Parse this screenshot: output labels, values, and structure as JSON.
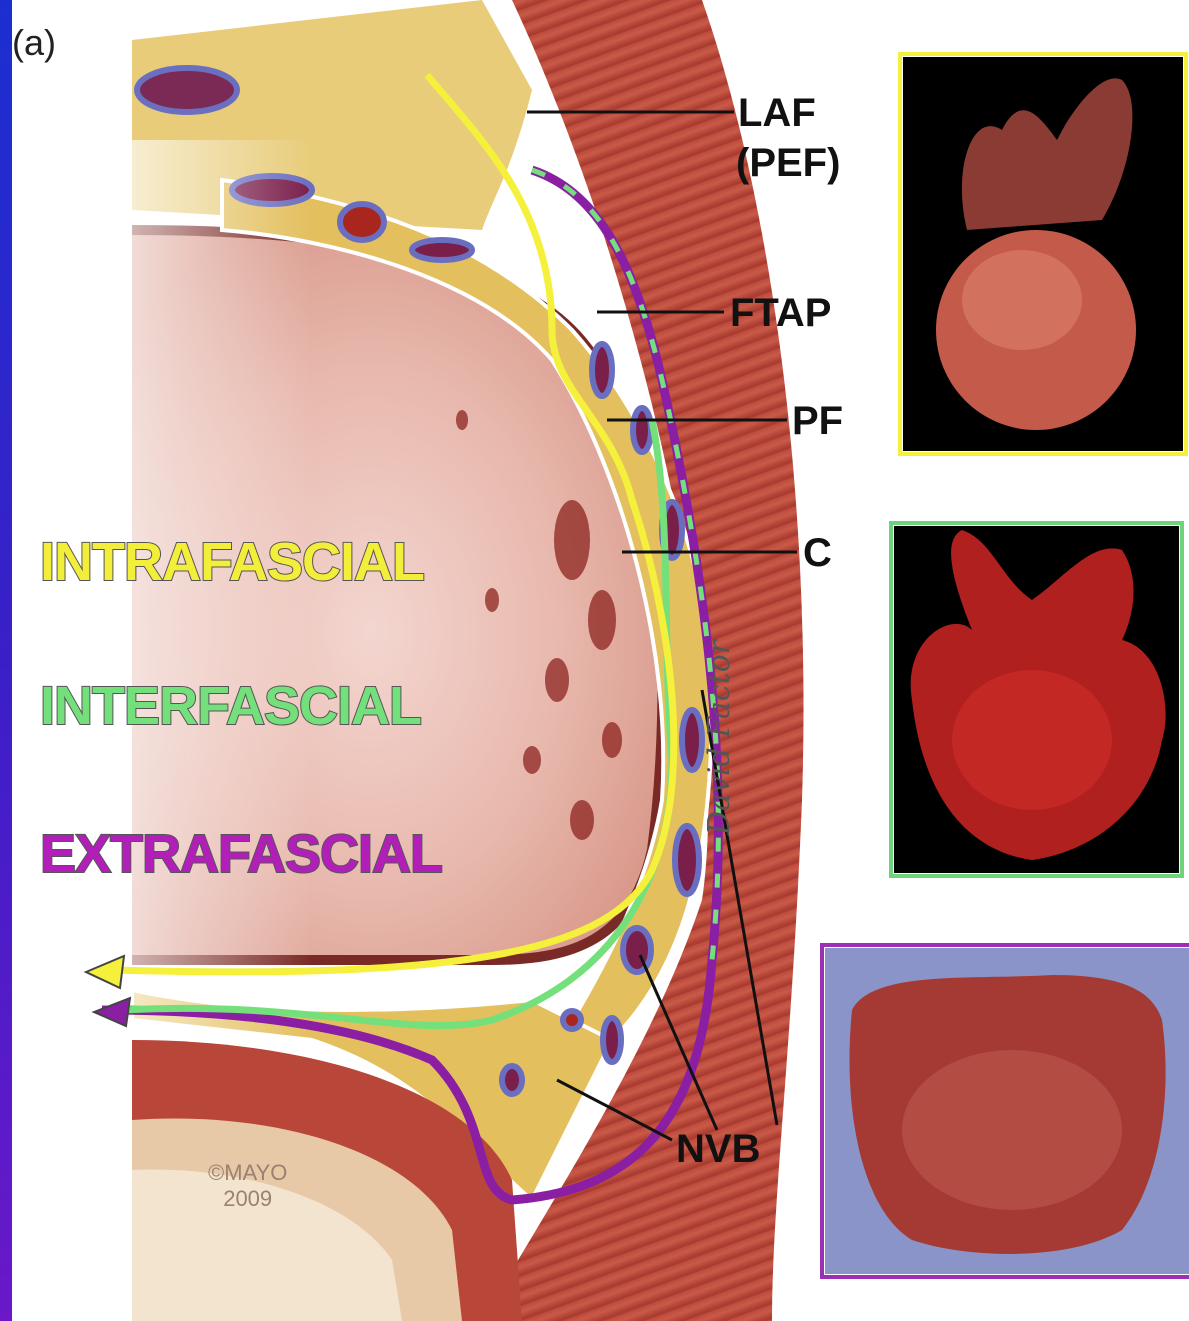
{
  "panel_label": "(a)",
  "labels": {
    "laf": "LAF",
    "pef": "(PEF)",
    "ftap": "FTAP",
    "pf": "PF",
    "c": "C",
    "nvb": "NVB"
  },
  "zones": {
    "intrafascial": {
      "text": "INTRAFASCIAL",
      "color": "#f2ee3a"
    },
    "interfascial": {
      "text": "INTERFASCIAL",
      "color": "#74e07c"
    },
    "extrafascial": {
      "text": "EXTRAFASCIAL",
      "color": "#b21fb8"
    }
  },
  "copyright": {
    "line1": "©MAYO",
    "line2": "2009"
  },
  "signature": "David Factor",
  "photo_frame_colors": [
    "#f5f03c",
    "#6fd37a",
    "#9b2fb5"
  ]
}
